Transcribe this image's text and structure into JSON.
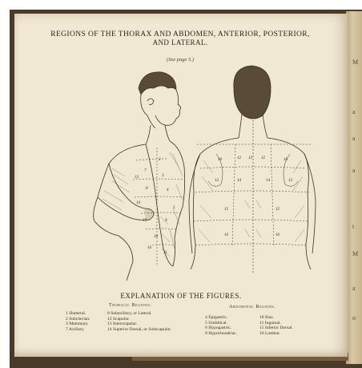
{
  "plate": {
    "title_line1": "REGIONS OF THE THORAX AND ABDOMEN, ANTERIOR, POSTERIOR,",
    "title_line2": "AND LATERAL.",
    "see_page": "(See page 5.)"
  },
  "side_figure_numbers": [
    "2",
    "3",
    "4",
    "5",
    "7",
    "8",
    "9",
    "10",
    "11",
    "13",
    "14",
    "15",
    "16"
  ],
  "back_figure_numbers": [
    "10",
    "12",
    "13",
    "12",
    "10",
    "13",
    "14",
    "14",
    "13",
    "15",
    "15",
    "16",
    "16"
  ],
  "explanation": {
    "heading": "EXPLANATION OF THE FIGURES.",
    "thoracic": {
      "title": "Thoracic Regions.",
      "col1": [
        "1 Humeral.",
        "2 Subclavian.",
        "3 Mammary.",
        "7 Axillary."
      ],
      "col2": [
        "8 Subaxillary, or Lateral.",
        "12 Scapular.",
        "13 Interscapular.",
        "14 Superior Dorsal, or Subscapular."
      ]
    },
    "abdominal": {
      "title": "Abdominal Regions.",
      "col1": [
        "4 Epigastric.",
        "5 Umbilical.",
        "6 Hypogastric.",
        "9 Hypochondriac."
      ],
      "col2": [
        "10 Iliac.",
        "11 Inguinal.",
        "15 Inferior Dorsal.",
        "16 Lumbar."
      ]
    }
  },
  "right_page_glyphs": [
    "M",
    "a",
    "a",
    "a",
    "t",
    "M",
    "a",
    "o"
  ],
  "colors": {
    "paper": "#f1e8d3",
    "ink": "#2d241a",
    "binding": "#4a3a2a"
  }
}
